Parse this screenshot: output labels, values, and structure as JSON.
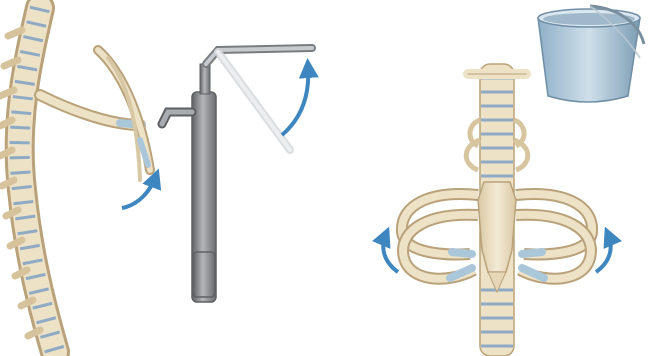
{
  "figure": {
    "panels": [
      {
        "id": "pump-handle",
        "illustration": "lateral-spine-rib-and-hand-pump-icon",
        "motion": "rib-elevation-arrow-icon"
      },
      {
        "id": "bucket-handle",
        "illustration": "anterior-ribcage-and-bucket-icon",
        "motion": "lateral-rib-expansion-arrow-icons"
      }
    ],
    "colors": {
      "bone": "#ede1c6",
      "bone_shadow": "#b9a27a",
      "cartilage": "#aac6d9",
      "disc": "#8eaac4",
      "arrow": "#3d86c0",
      "metal": "#8c8f92",
      "metal_dark": "#5e6063",
      "bucket": "#a9c2d4",
      "bucket_dark": "#6f8ea5"
    }
  }
}
